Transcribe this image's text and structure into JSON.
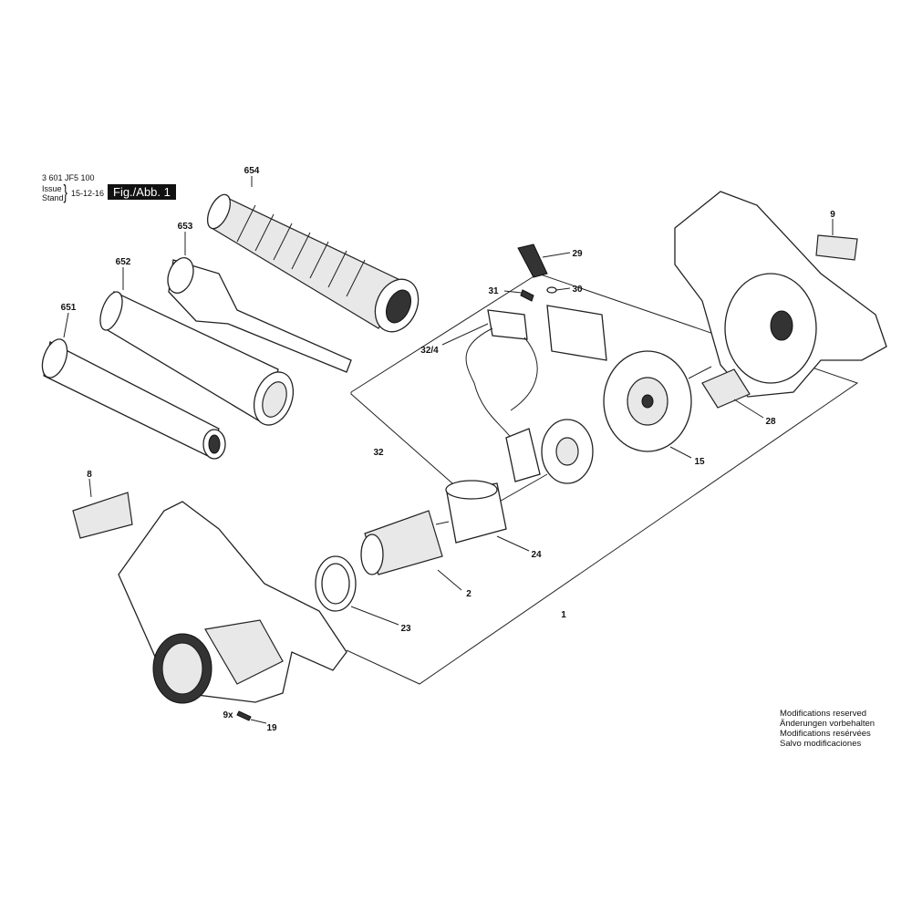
{
  "header": {
    "part_number": "3 601 JF5 100",
    "issue_label": "Issue",
    "stand_label": "Stand",
    "date": "15-12-16",
    "figure": "Fig./Abb. 1"
  },
  "parts": [
    {
      "id": "654"
    },
    {
      "id": "653"
    },
    {
      "id": "652"
    },
    {
      "id": "651"
    },
    {
      "id": "29"
    },
    {
      "id": "31"
    },
    {
      "id": "30"
    },
    {
      "id": "32/4"
    },
    {
      "id": "9"
    },
    {
      "id": "28"
    },
    {
      "id": "15"
    },
    {
      "id": "32"
    },
    {
      "id": "8"
    },
    {
      "id": "24"
    },
    {
      "id": "2"
    },
    {
      "id": "1"
    },
    {
      "id": "23"
    },
    {
      "id": "9x"
    },
    {
      "id": "19"
    }
  ],
  "footer": {
    "lines": [
      "Modifications reserved",
      "Änderungen vorbehalten",
      "Modifications resérvées",
      "Salvo modificaciones"
    ]
  }
}
